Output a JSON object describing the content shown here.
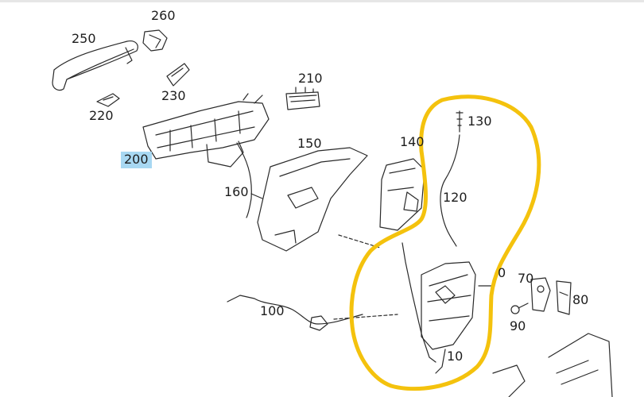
{
  "colors": {
    "background": "#ffffff",
    "line": "#2a2a2a",
    "highlight_loop": "#f4c20d",
    "selected_label_bg": "#a8d8f2"
  },
  "labels": {
    "p260": "260",
    "p250": "250",
    "p230": "230",
    "p220": "220",
    "p210": "210",
    "p200": "200",
    "p150": "150",
    "p160": "160",
    "p140": "140",
    "p130": "130",
    "p120": "120",
    "p100": "100",
    "p70": "70",
    "p80": "80",
    "p90": "90",
    "p10": "10",
    "p0": "0"
  },
  "selected_label": "200"
}
